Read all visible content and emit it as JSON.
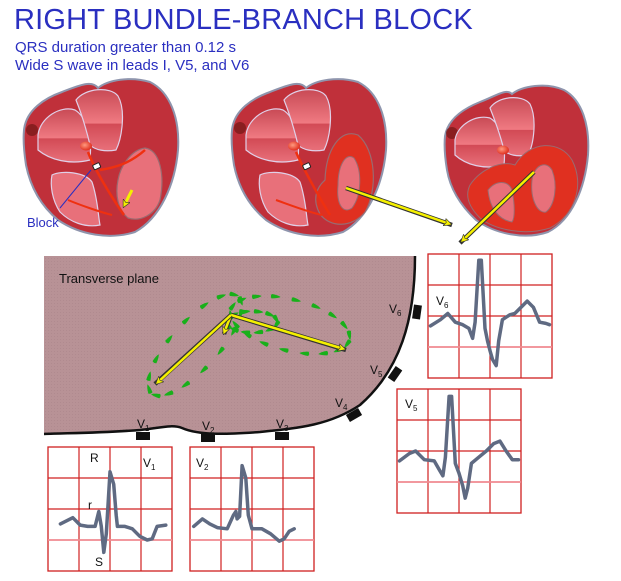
{
  "title": "RIGHT BUNDLE-BRANCH BLOCK",
  "subtitle_lines": [
    "QRS duration greater than 0.12 s",
    "Wide S wave in leads I, V5, and V6"
  ],
  "heart_panels": [
    {
      "id": "heart-1",
      "label": "Block",
      "description": "Septal depolarization from left bundle; right bundle blocked"
    },
    {
      "id": "heart-2",
      "description": "Left ventricular depolarization"
    },
    {
      "id": "heart-3",
      "description": "Delayed right ventricular depolarization"
    }
  ],
  "transverse_plane": {
    "label": "Transverse plane",
    "electrodes": [
      {
        "name": "V",
        "sub": "1"
      },
      {
        "name": "V",
        "sub": "2"
      },
      {
        "name": "V",
        "sub": "3"
      },
      {
        "name": "V",
        "sub": "4"
      },
      {
        "name": "V",
        "sub": "5"
      },
      {
        "name": "V",
        "sub": "6"
      }
    ]
  },
  "ecg_leads": [
    {
      "id": "V1",
      "name": "V",
      "sub": "1",
      "wave_labels": {
        "R": "R",
        "r": "r",
        "S": "S"
      }
    },
    {
      "id": "V2",
      "name": "V",
      "sub": "2"
    },
    {
      "id": "V5",
      "name": "V",
      "sub": "5"
    },
    {
      "id": "V6",
      "name": "V",
      "sub": "6"
    }
  ],
  "colors": {
    "title": "#2a2fc0",
    "plane": "#b89296",
    "heart_outer": "#c0303a",
    "heart_chamber": "#e8707a",
    "activation": "#e52a10",
    "vector": "#f5f000",
    "loop": "#18b01a",
    "grid": "#d02020",
    "trace": "#5f6a82"
  }
}
